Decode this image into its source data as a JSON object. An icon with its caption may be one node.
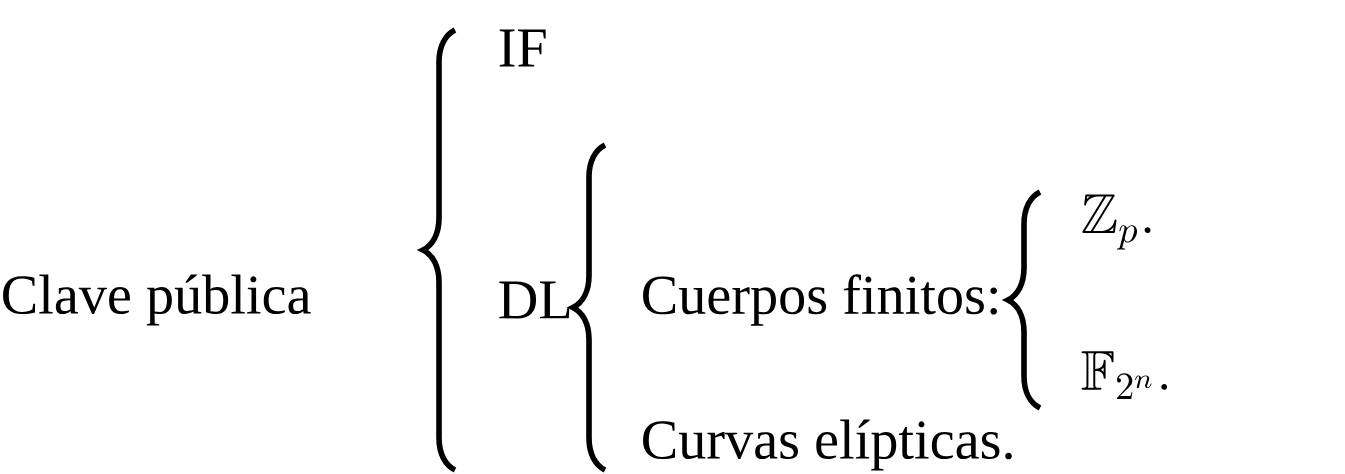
{
  "diagram": {
    "labels": [
      "Clave pública",
      "IF",
      "DL",
      "Cuerpos finitos:",
      "\\mathbb{Z}_p.",
      "\\mathbb{F}_{2^n}.",
      "Curvas elípticas."
    ]
  }
}
